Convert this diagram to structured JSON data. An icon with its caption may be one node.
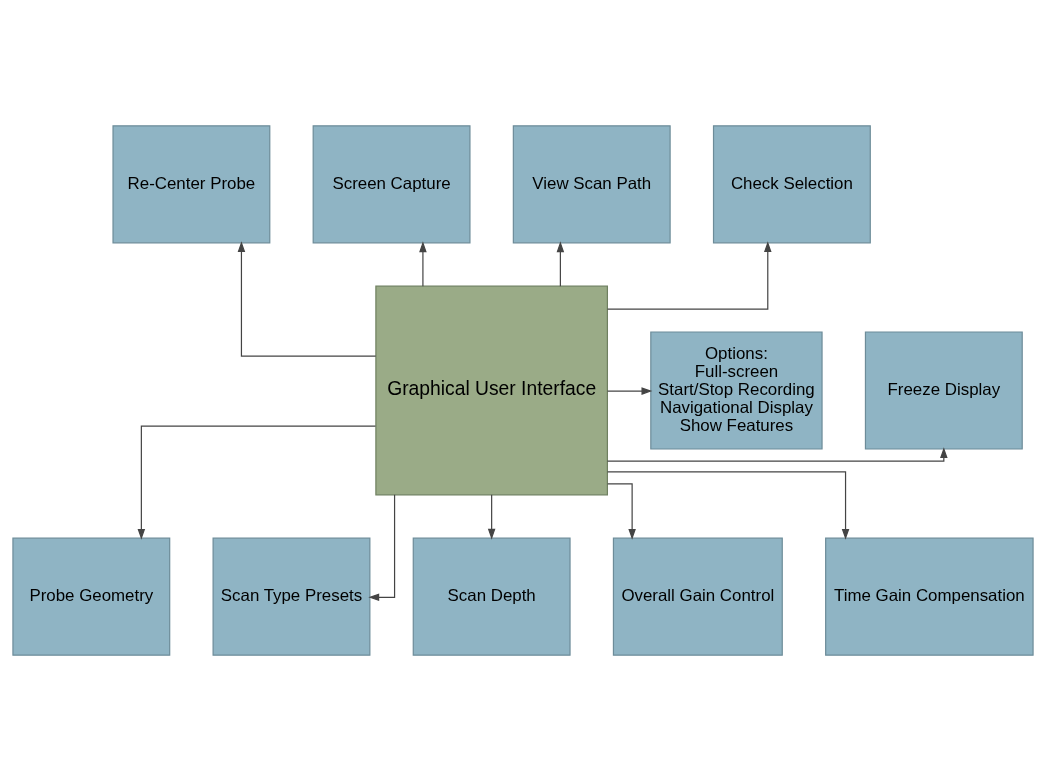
{
  "diagram": {
    "nodes": [
      {
        "text": [
          "Re-Center Probe"
        ]
      },
      {
        "text": [
          "Screen Capture"
        ]
      },
      {
        "text": [
          "View Scan Path"
        ]
      },
      {
        "text": [
          "Check Selection"
        ]
      },
      {
        "text": [
          "Freeze Display"
        ]
      },
      {
        "text": [
          "Graphical User Interface"
        ]
      },
      {
        "text": [
          "Options:",
          "Full-screen",
          "Start/Stop Recording",
          "Navigational Display",
          "Show Features"
        ]
      },
      {
        "text": [
          "Probe Geometry"
        ]
      },
      {
        "text": [
          "Scan Type Presets"
        ]
      },
      {
        "text": [
          "Scan Depth"
        ]
      },
      {
        "text": [
          "Overall Gain Control"
        ]
      },
      {
        "text": [
          "Time Gain Compensation"
        ]
      }
    ],
    "edges": [
      {
        "from": 5,
        "to": 0,
        "arrow": "to"
      },
      {
        "from": 5,
        "to": 1,
        "arrow": "to"
      },
      {
        "from": 5,
        "to": 2,
        "arrow": "to"
      },
      {
        "from": 5,
        "to": 3,
        "arrow": "to"
      },
      {
        "from": 5,
        "to": 4,
        "arrow": "to"
      },
      {
        "from": 5,
        "to": 6,
        "arrow": "to"
      },
      {
        "from": 5,
        "to": 7,
        "arrow": "to"
      },
      {
        "from": 5,
        "to": 8,
        "arrow": "to"
      },
      {
        "from": 5,
        "to": 9,
        "arrow": "to"
      },
      {
        "from": 5,
        "to": 10,
        "arrow": "to"
      },
      {
        "from": 5,
        "to": 11,
        "arrow": "to"
      }
    ]
  }
}
